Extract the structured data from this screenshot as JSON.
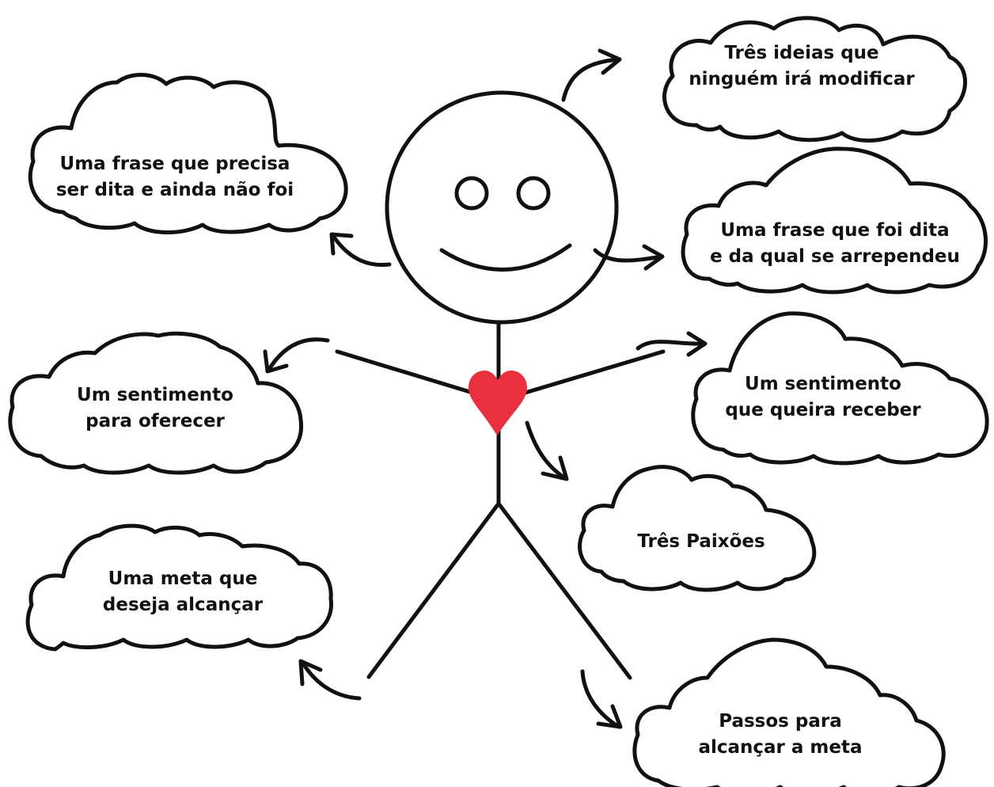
{
  "colors": {
    "ink": "#111111",
    "heart": "#e8303f",
    "background": "#ffffff"
  },
  "clouds": {
    "tres_ideias": "Três ideias que\nninguém irá modificar",
    "frase_nao_dita": "Uma frase que precisa\nser dita e ainda não foi",
    "frase_arrependida": "Uma frase que foi dita\ne da qual se arrependeu",
    "sentimento_oferecer": "Um sentimento\npara oferecer",
    "sentimento_receber": "Um sentimento\nque queira receber",
    "tres_paixoes": "Três Paixões",
    "meta": "Uma meta que\ndeseja alcançar",
    "passos": "Passos para\nalcançar a meta"
  }
}
